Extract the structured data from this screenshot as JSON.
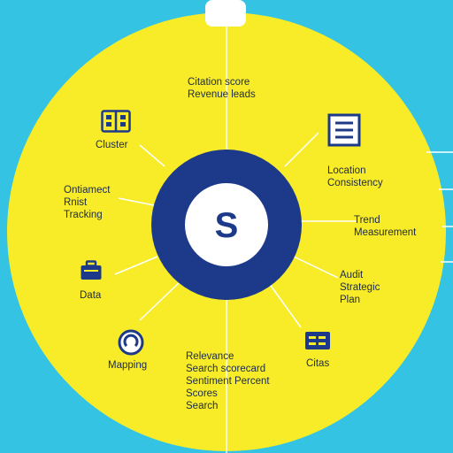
{
  "colors": {
    "background": "#35c3e4",
    "disc": "#f8ec28",
    "hub_ring": "#1d3a8a",
    "hub_inner": "#ffffff",
    "line": "#ffffff",
    "text": "#1c2a44"
  },
  "hub": {
    "letter": "S"
  },
  "nodes": {
    "top": {
      "lines": [
        "Citation score",
        "Revenue leads"
      ]
    },
    "upper_left": {
      "icon": "grid-window-icon",
      "label": "Cluster"
    },
    "upper_right": {
      "icon": "document-list-icon",
      "lines": [
        "Location",
        "Consistency"
      ]
    },
    "left": {
      "lines": [
        "Ontiamect",
        "Rnist",
        "Tracking"
      ]
    },
    "right": {
      "lines": [
        "Trend",
        "Measurement"
      ]
    },
    "lower_left": {
      "icon": "briefcase-icon",
      "label": "Data"
    },
    "lower_right": {
      "lines": [
        "Audit",
        "Strategic",
        "Plan"
      ]
    },
    "bottom_left": {
      "icon": "target-icon",
      "label": "Mapping"
    },
    "bottom": {
      "lines": [
        "Relevance",
        "Search scorecard",
        "Sentiment Percent",
        "Scores",
        "Search"
      ]
    },
    "bottom_right": {
      "icon": "chart-card-icon",
      "label": "Citas"
    }
  }
}
